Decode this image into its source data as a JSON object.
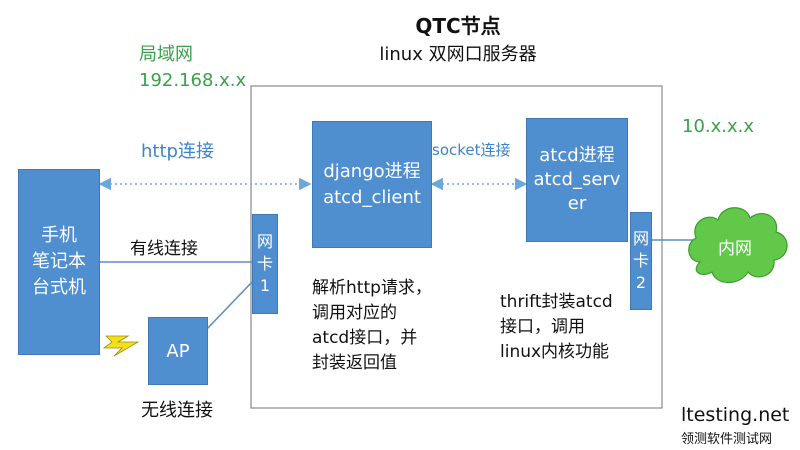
{
  "title": "QTC节点",
  "subtitle": "linux 双网口服务器",
  "lan": {
    "label": "局域网",
    "ip": "192.168.x.x"
  },
  "external_ip": "10.x.x.x",
  "http_label": "http连接",
  "socket_label": "socket连接",
  "wired_label": "有线连接",
  "wireless_label": "无线连接",
  "phone_box": "手机\n笔记本\n台式机",
  "ap_box": "AP",
  "nic1": "网\n卡\n1",
  "nic2": "网\n卡\n2",
  "django_box": "django进程\natcd_client",
  "atcd_box": "atcd进程\natcd_serv\ner",
  "django_desc": "解析http请求，\n调用对应的\natcd接口，并\n封装返回值",
  "atcd_desc": "thrift封装atcd\n接口，调用\nlinux内核功能",
  "cloud_label": "内网",
  "watermark": {
    "line1": "ltesting.net",
    "line2": "领测软件测试网"
  },
  "colors": {
    "box_fill": "#4f8fd0",
    "cloud_fill": "#62c84a",
    "green_text": "#3aa14a",
    "blue_text": "#3d84cf"
  }
}
